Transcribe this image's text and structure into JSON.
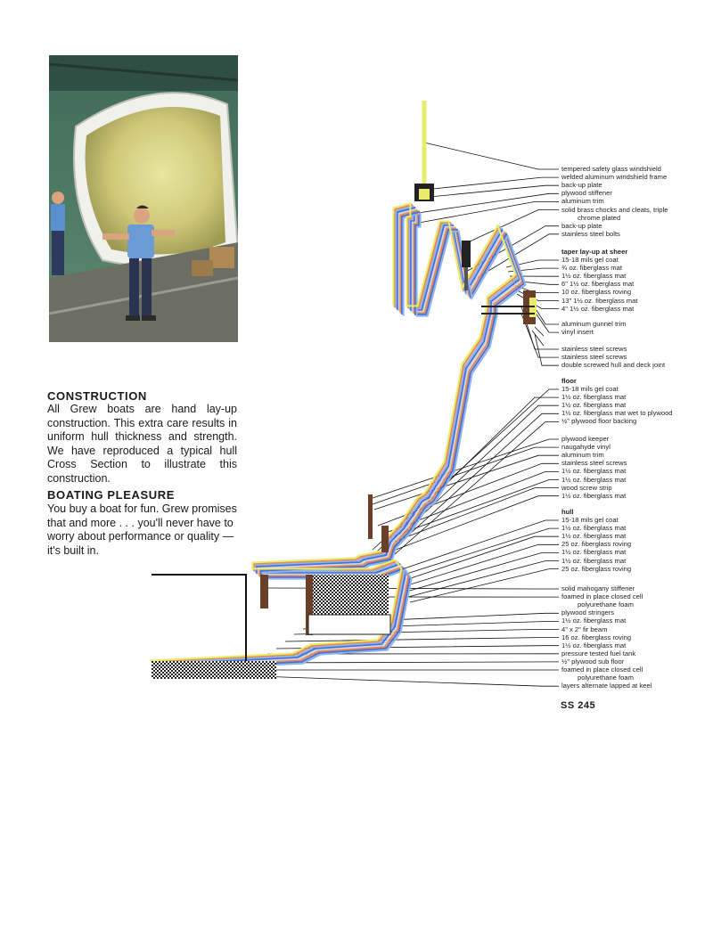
{
  "construction": {
    "heading": "CONSTRUCTION",
    "body": "All Grew boats are hand lay-up construction. This extra care results in uniform hull thickness and strength. We have reproduced a typical hull Cross Section to illustrate this construction."
  },
  "pleasure": {
    "heading": "BOATING PLEASURE",
    "body": "You buy a boat for fun. Grew promises that and more . . . you'll never have to worry about performance or quality — it's built in."
  },
  "colors": {
    "gelcoat": "#e8ec6a",
    "blue": "#4a6fd6",
    "orange": "#e88a4e",
    "lightblue": "#8fb4e8",
    "wood": "#6b3f2a",
    "trim": "#ccd6e6"
  },
  "labels": {
    "windshield_group": [
      "tempered safety glass windshield",
      "welded aluminum windshield frame",
      "back-up plate",
      "plywood stiffener",
      "aluminum trim",
      "solid brass chocks and cleats, triple",
      "chrome plated",
      "back-up plate",
      "stainless steel bolts"
    ],
    "sheer_heading": "taper lay-up at sheer",
    "sheer_group": [
      "15-18 mils gel coat",
      "¾ oz. fiberglass mat",
      "1½ oz. fiberglass mat",
      "6\" 1½ oz. fiberglass mat",
      "10 oz. fiberglass roving",
      "13\" 1½ oz. fiberglass mat",
      "4\" 1½ oz. fiberglass mat"
    ],
    "gunnel_group": [
      "aluminum gunnel trim",
      "vinyl insert"
    ],
    "joint_group": [
      "stainless steel screws",
      "stainless steel screws",
      "double screwed hull and deck joint"
    ],
    "floor_heading": "floor",
    "floor_group": [
      "15-18 mils gel coat",
      "1½ oz. fiberglass mat",
      "1½ oz. fiberglass mat",
      "1½ oz. fiberglass mat wet to plywood",
      "½\" plywood floor backing"
    ],
    "keeper_group": [
      "plywood keeper",
      "naugahyde vinyl",
      "aluminum trim",
      "stainless steel screws",
      "1½ oz. fiberglass mat",
      "1½ oz. fiberglass mat",
      "wood screw strip",
      "1½ oz. fiberglass mat"
    ],
    "hull_heading": "hull",
    "hull_group": [
      "15-18 mils gel coat",
      "1½ oz. fiberglass mat",
      "1½ oz. fiberglass mat",
      "25 oz. fiberglass roving",
      "1½ oz. fiberglass mat",
      "1½ oz. fiberglass mat",
      "25 oz. fiberglass roving"
    ],
    "bottom_group": [
      "solid mahogany stiffener",
      "foamed in place closed cell",
      "polyurethane foam",
      "plywood stringers",
      "1½ oz. fiberglass mat",
      "4\" x 2\" fir beam",
      "16 oz. fiberglass roving",
      "1½ oz. fiberglass mat",
      "pressure tested fuel tank",
      "½\" plywood sub floor",
      "foamed in place closed cell",
      "polyurethane foam",
      "layers alternate lapped at keel"
    ]
  },
  "model_code": "SS 245"
}
